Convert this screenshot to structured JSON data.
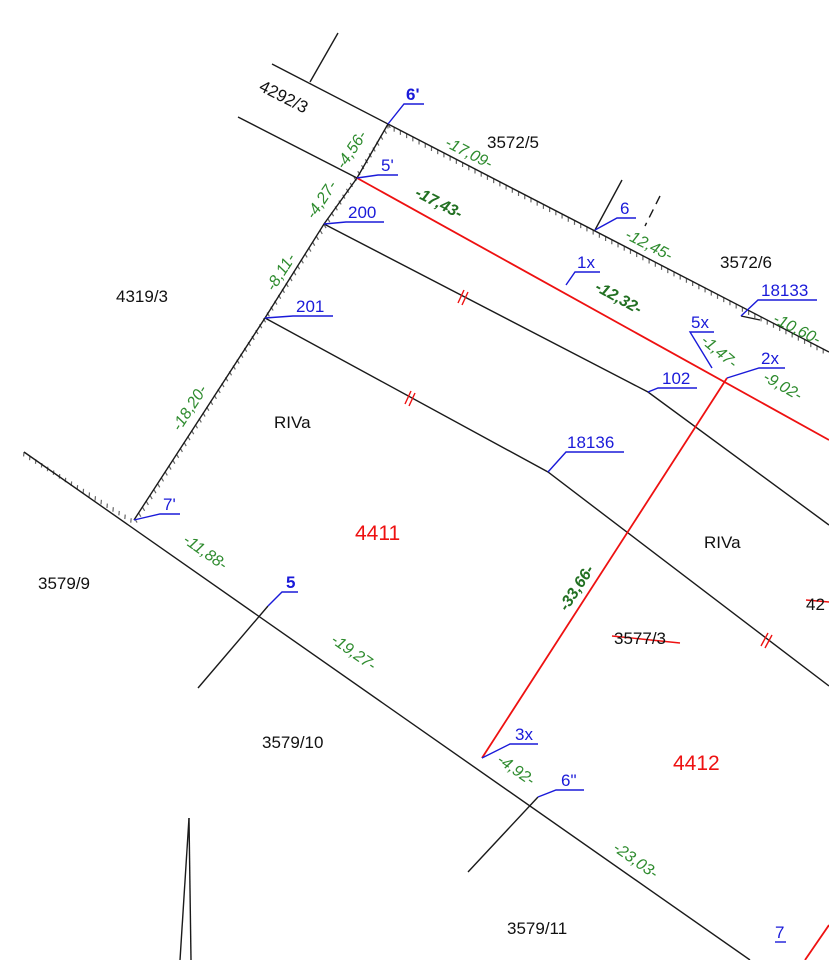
{
  "parcels": [
    {
      "id": "p-4292-3",
      "label": "4292/3"
    },
    {
      "id": "p-3572-5",
      "label": "3572/5"
    },
    {
      "id": "p-3572-6",
      "label": "3572/6"
    },
    {
      "id": "p-4319-3",
      "label": "4319/3"
    },
    {
      "id": "p-3579-9",
      "label": "3579/9"
    },
    {
      "id": "p-3579-10",
      "label": "3579/10"
    },
    {
      "id": "p-3579-11",
      "label": "3579/11"
    },
    {
      "id": "p-4411",
      "label": "4411"
    },
    {
      "id": "p-4412",
      "label": "4412"
    },
    {
      "id": "p-3577-3",
      "label": "3577/3"
    },
    {
      "id": "p-42-partial",
      "label": "42"
    }
  ],
  "land_classes": [
    {
      "id": "riva-1",
      "label": "RIVa"
    },
    {
      "id": "riva-2",
      "label": "RIVa"
    }
  ],
  "points": [
    {
      "id": "pt-6-prime",
      "label": "6'"
    },
    {
      "id": "pt-5-prime",
      "label": "5'"
    },
    {
      "id": "pt-200",
      "label": "200"
    },
    {
      "id": "pt-201",
      "label": "201"
    },
    {
      "id": "pt-6",
      "label": "6"
    },
    {
      "id": "pt-1x",
      "label": "1x"
    },
    {
      "id": "pt-18133",
      "label": "18133"
    },
    {
      "id": "pt-5x",
      "label": "5x"
    },
    {
      "id": "pt-2x",
      "label": "2x"
    },
    {
      "id": "pt-102",
      "label": "102"
    },
    {
      "id": "pt-18136",
      "label": "18136"
    },
    {
      "id": "pt-7-prime",
      "label": "7'"
    },
    {
      "id": "pt-5",
      "label": "5"
    },
    {
      "id": "pt-3x",
      "label": "3x"
    },
    {
      "id": "pt-6-dprime",
      "label": "6\""
    },
    {
      "id": "pt-7",
      "label": "7"
    }
  ],
  "dimensions": [
    {
      "id": "d-4-56",
      "label": "-4,56-"
    },
    {
      "id": "d-17-09",
      "label": "-17,09-"
    },
    {
      "id": "d-4-27",
      "label": "-4,27-"
    },
    {
      "id": "d-17-43",
      "label": "-17,43-"
    },
    {
      "id": "d-12-45",
      "label": "-12,45-"
    },
    {
      "id": "d-12-32",
      "label": "-12,32-"
    },
    {
      "id": "d-10-60",
      "label": "-10,60-"
    },
    {
      "id": "d-8-11",
      "label": "-8,11-"
    },
    {
      "id": "d-1-47",
      "label": "-1,47-"
    },
    {
      "id": "d-9-02",
      "label": "-9,02-"
    },
    {
      "id": "d-18-20",
      "label": "-18,20-"
    },
    {
      "id": "d-11-88",
      "label": "-11,88-"
    },
    {
      "id": "d-33-66",
      "label": "-33,66-"
    },
    {
      "id": "d-19-27",
      "label": "-19,27-"
    },
    {
      "id": "d-4-92",
      "label": "-4,92-"
    },
    {
      "id": "d-23-03",
      "label": "-23,03-"
    }
  ],
  "colors": {
    "boundary": "#1a1a1a",
    "new_boundary": "#ee1111",
    "point_label": "#1a1ad9",
    "dimension": "#2e8b2e",
    "new_parcel_number": "#ee1111"
  }
}
